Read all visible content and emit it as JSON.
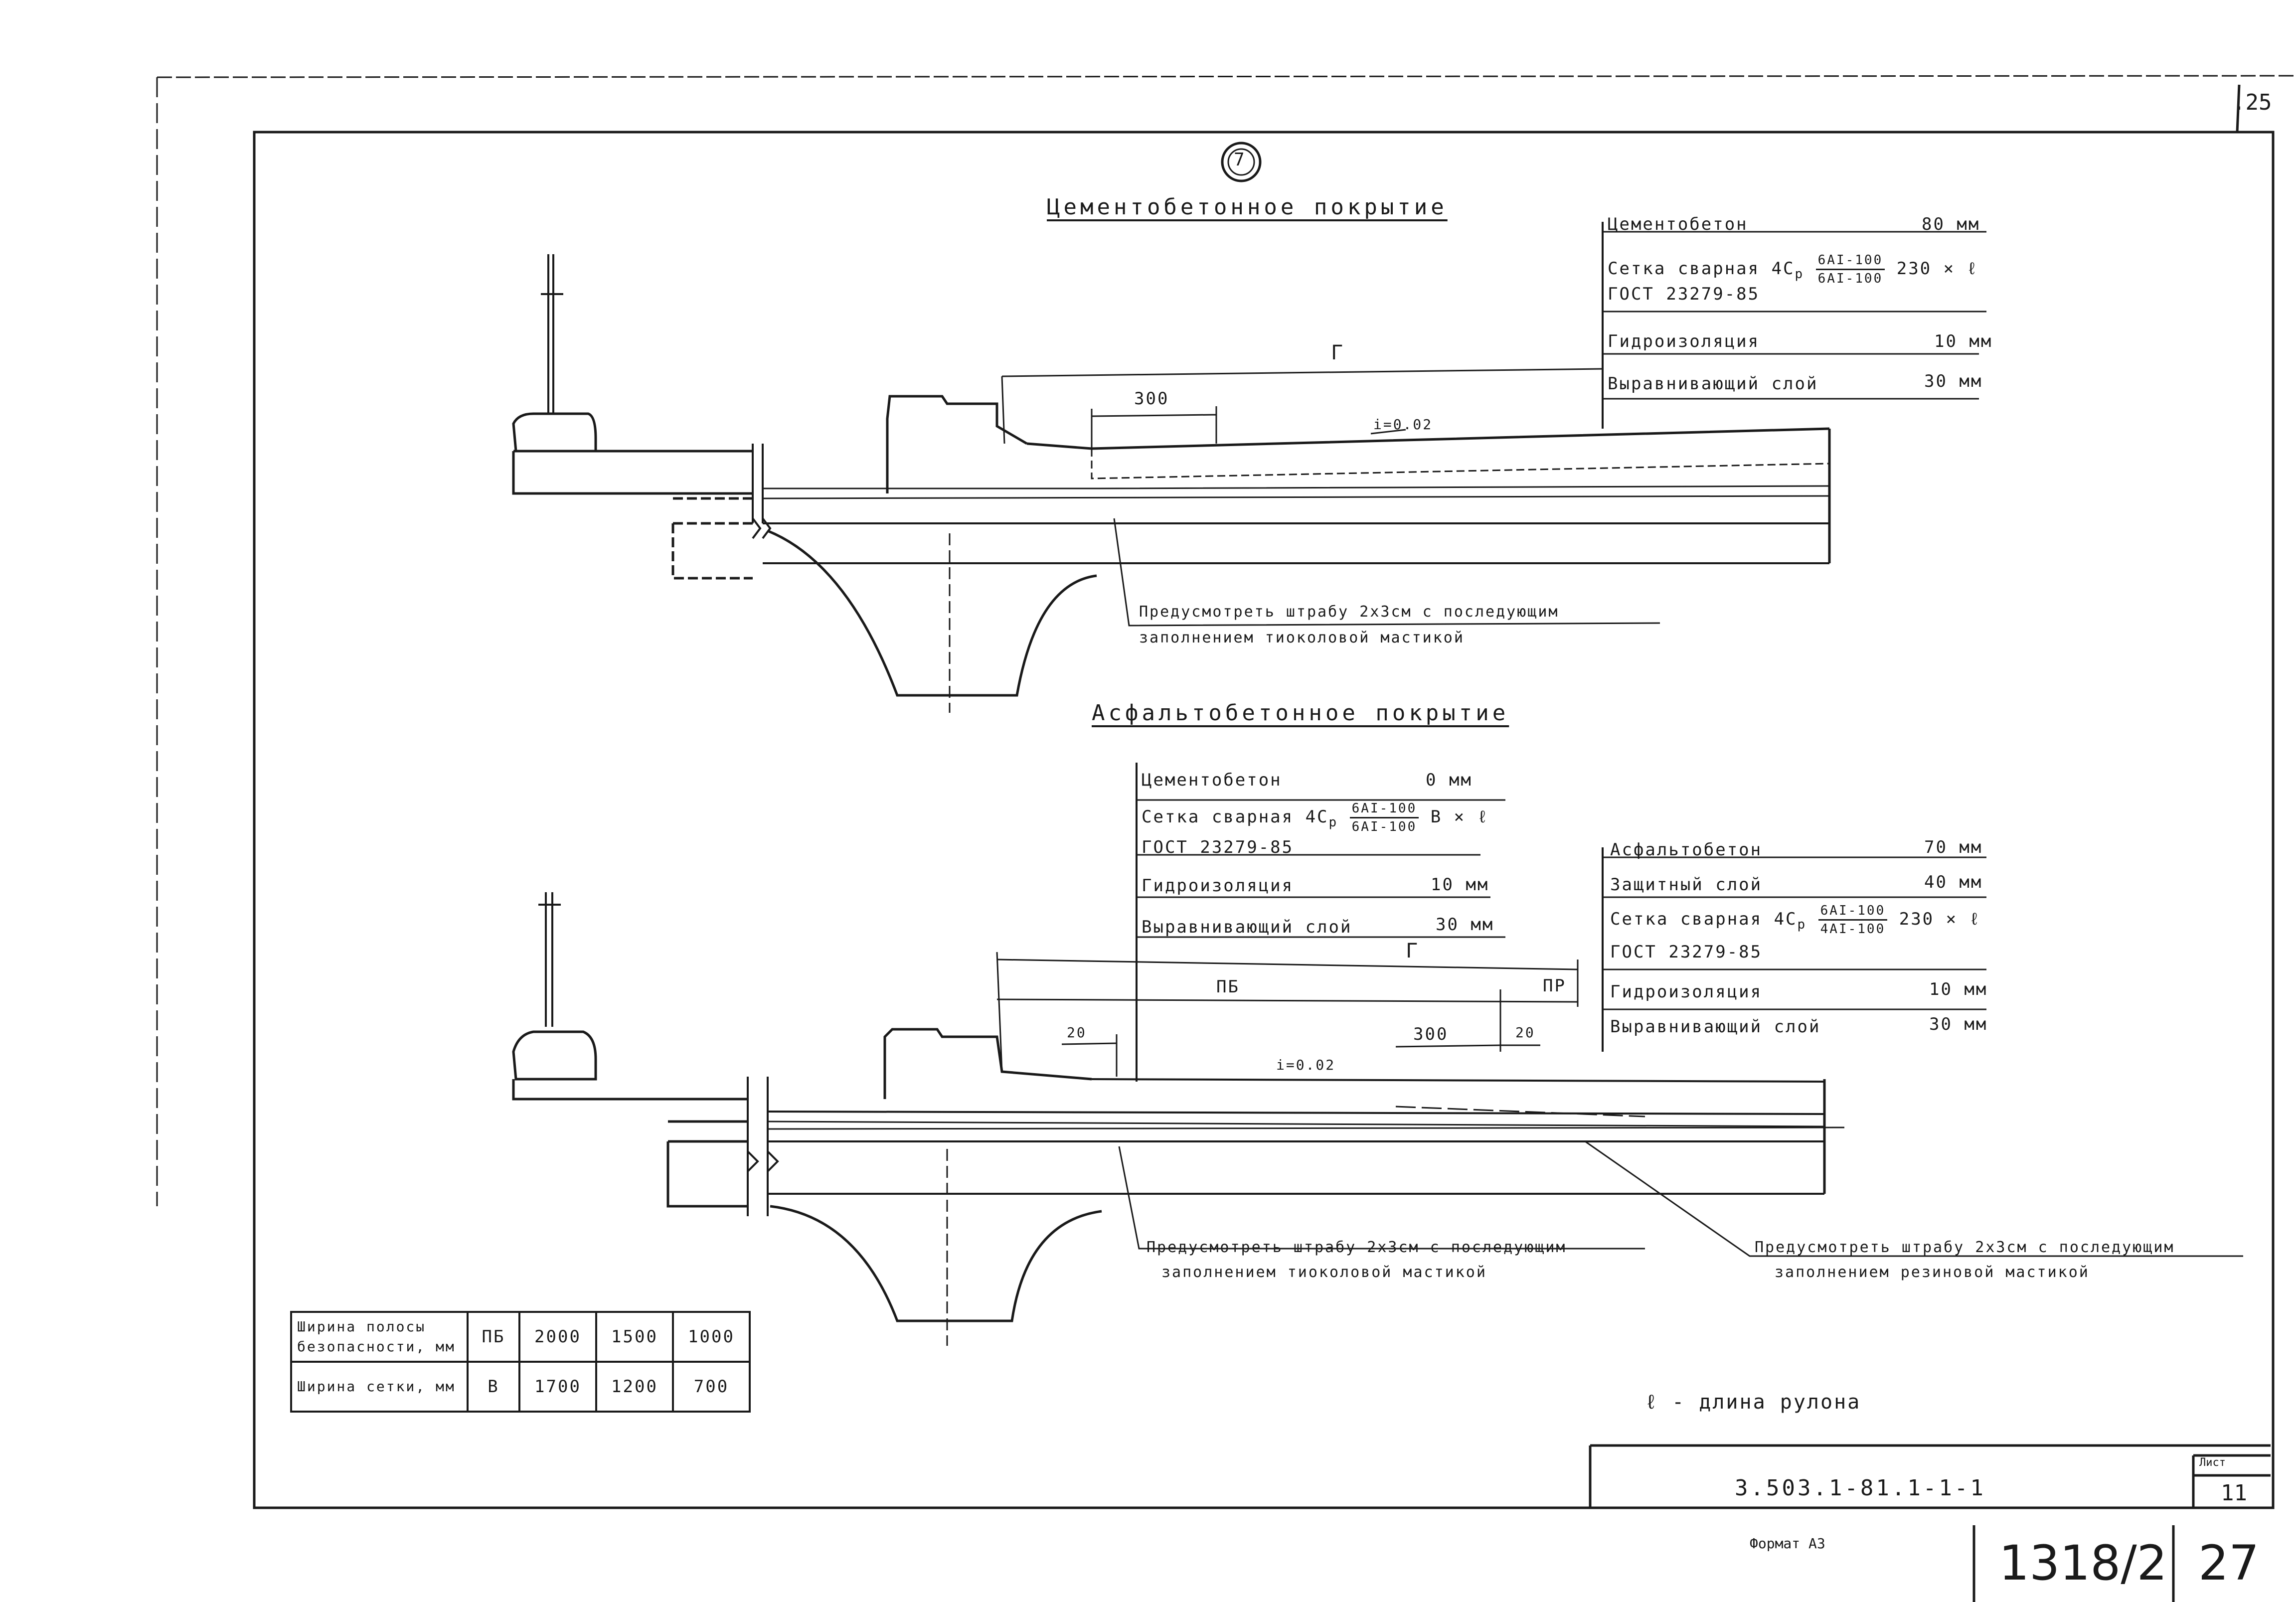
{
  "sheet": {
    "top_right": ".25",
    "marker": "7",
    "doc_code": "3.503.1-81.1-1-1",
    "sheet_label": "Лист",
    "sheet_no": "11",
    "format": "Формат А3",
    "inv_no": "1318/2",
    "page_no": "27",
    "note": "ℓ - длина рулона"
  },
  "top": {
    "title": "Цементобетонное покрытие",
    "layers": [
      {
        "name": "Цементобетон",
        "value": "80 мм"
      },
      {
        "name": "Сетка сварная 4С",
        "sub": "р",
        "frac_n": "6АI-100",
        "frac_d": "6АI-100",
        "value": "230 × ℓ"
      },
      {
        "name": "ГОСТ 23279-85",
        "value": ""
      },
      {
        "name": "Гидроизоляция",
        "value": "10 мм"
      },
      {
        "name": "Выравнивающий слой",
        "value": "30 мм"
      }
    ],
    "dim_g": "Г",
    "dim_300": "300",
    "slope": "i=0.02",
    "callout_1": "Предусмотреть штрабу 2x3см с последующим",
    "callout_2": "заполнением тиоколовой мастикой"
  },
  "bottom": {
    "title": "Асфальтобетонное покрытие",
    "left_layers": [
      {
        "name": "Цементобетон",
        "value": "0 мм"
      },
      {
        "name": "Сетка сварная 4С",
        "sub": "р",
        "frac_n": "6АI-100",
        "frac_d": "6АI-100",
        "value": "В × ℓ"
      },
      {
        "name": "ГОСТ 23279-85",
        "value": ""
      },
      {
        "name": "Гидроизоляция",
        "value": "10 мм"
      },
      {
        "name": "Выравнивающий слой",
        "value": "30 мм"
      }
    ],
    "right_layers": [
      {
        "name": "Асфальтобетон",
        "value": "70 мм"
      },
      {
        "name": "Защитный слой",
        "value": "40 мм"
      },
      {
        "name": "Сетка сварная 4С",
        "sub": "р",
        "frac_n": "6АI-100",
        "frac_d": "4АI-100",
        "value": "230 × ℓ"
      },
      {
        "name": "ГОСТ 23279-85",
        "value": ""
      },
      {
        "name": "Гидроизоляция",
        "value": "10 мм"
      },
      {
        "name": "Выравнивающий слой",
        "value": "30 мм"
      }
    ],
    "dim_g": "Г",
    "dim_pb": "ПБ",
    "dim_pr": "ПР",
    "dim_20a": "20",
    "dim_300": "300",
    "dim_20b": "20",
    "slope": "i=0.02",
    "callout_l1": "Предусмотреть штрабу 2x3см с последующим",
    "callout_l2": "заполнением тиоколовой мастикой",
    "callout_r1": "Предусмотреть штрабу 2x3см с последующим",
    "callout_r2": "заполнением резиновой мастикой"
  },
  "legend": {
    "row1_label": "Ширина полосы безопасности, мм",
    "row1_sym": "ПБ",
    "row1_values": [
      "2000",
      "1500",
      "1000"
    ],
    "row2_label": "Ширина сетки, мм",
    "row2_sym": "В",
    "row2_values": [
      "1700",
      "1200",
      "700"
    ]
  }
}
